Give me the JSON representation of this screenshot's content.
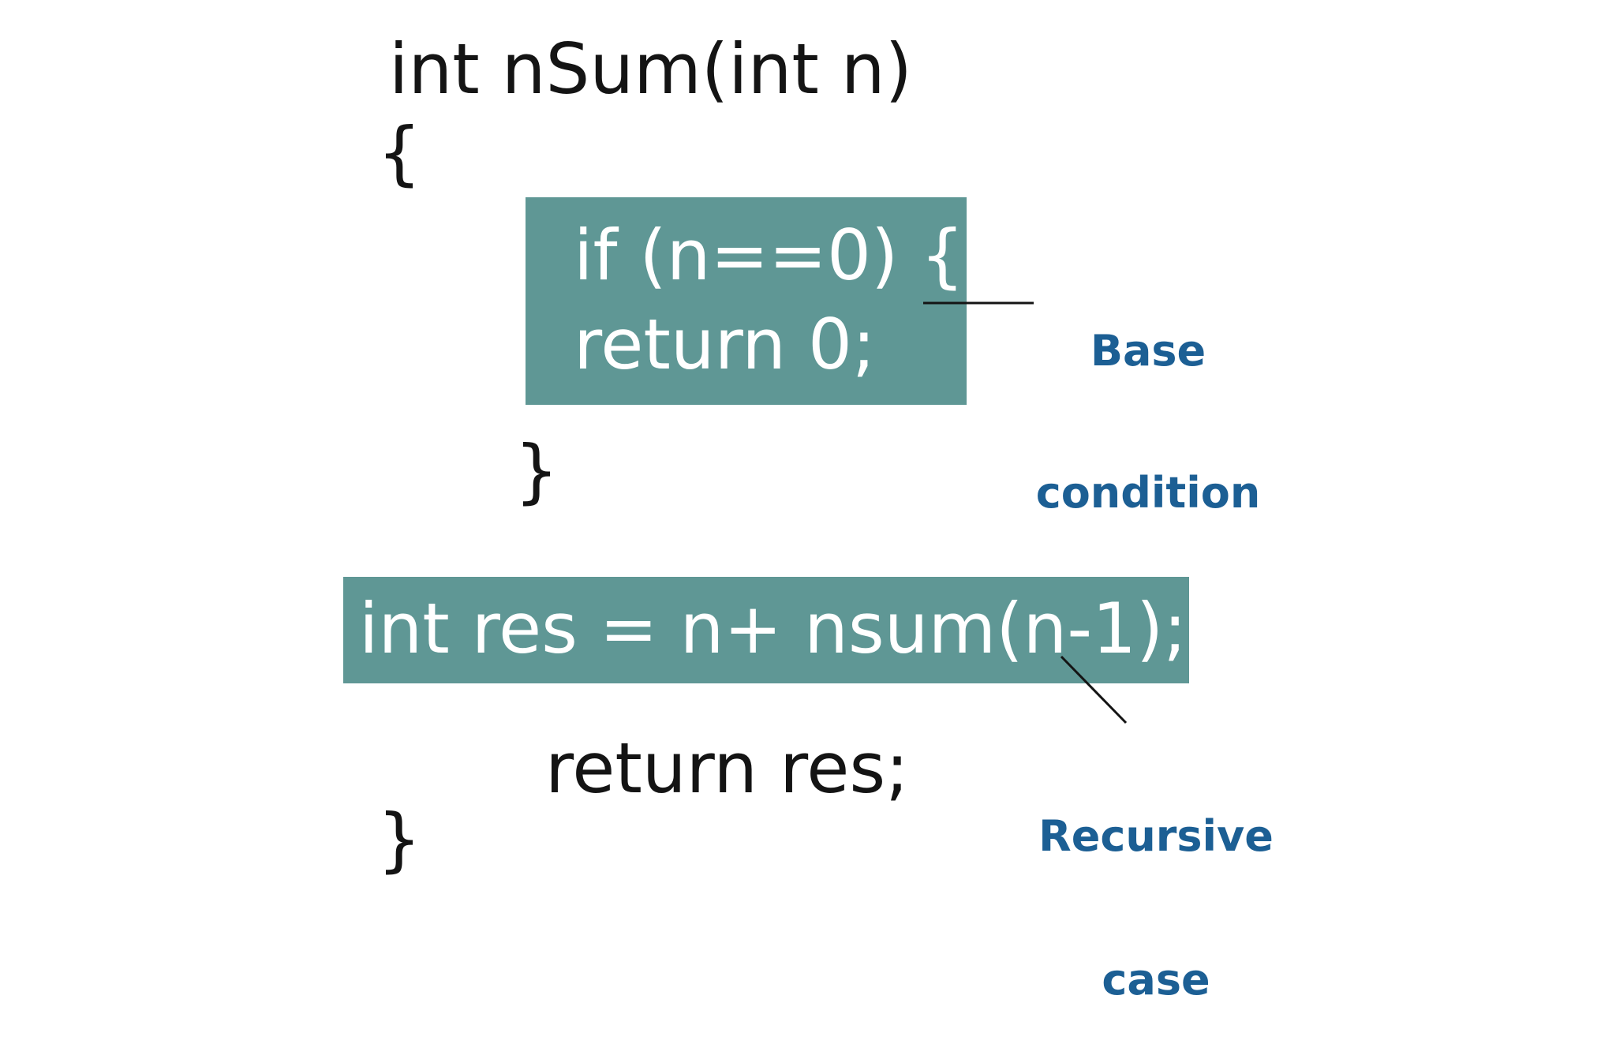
{
  "code": {
    "signature": "int nSum(int n)",
    "open_brace": "{",
    "base_block": {
      "line1": "if (n==0) {",
      "line2": "return 0;"
    },
    "inner_close_brace": "}",
    "recursive_line": "int res = n+ nsum(n-1);",
    "return_line": "return res;",
    "close_brace": "}"
  },
  "annotations": {
    "base_condition": {
      "line1": "Base",
      "line2": "condition"
    },
    "recursive_case": {
      "line1": "Recursive",
      "line2": "case"
    }
  },
  "colors": {
    "highlight_box": "#5f9795",
    "annotation_text": "#1c5f94",
    "code_text": "#141414"
  }
}
